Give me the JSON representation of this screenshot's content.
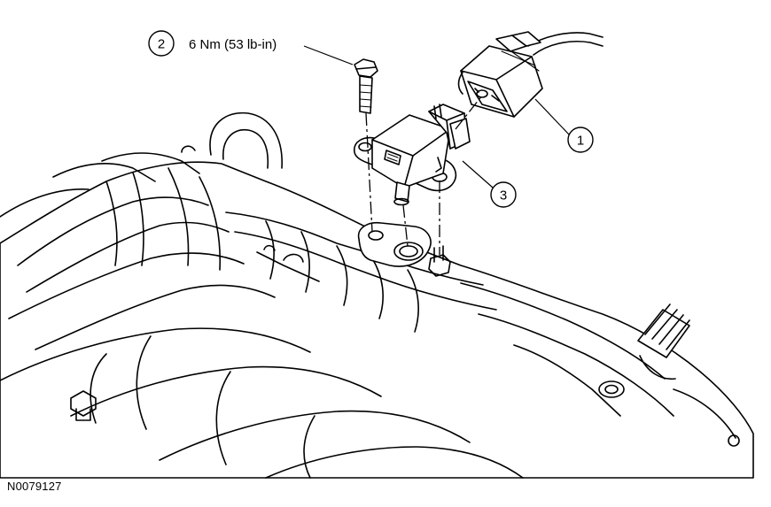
{
  "figure": {
    "id": "N0079127"
  },
  "callouts": [
    {
      "number": "1"
    },
    {
      "number": "2",
      "torque": "6 Nm (53 lb-in)"
    },
    {
      "number": "3"
    }
  ]
}
